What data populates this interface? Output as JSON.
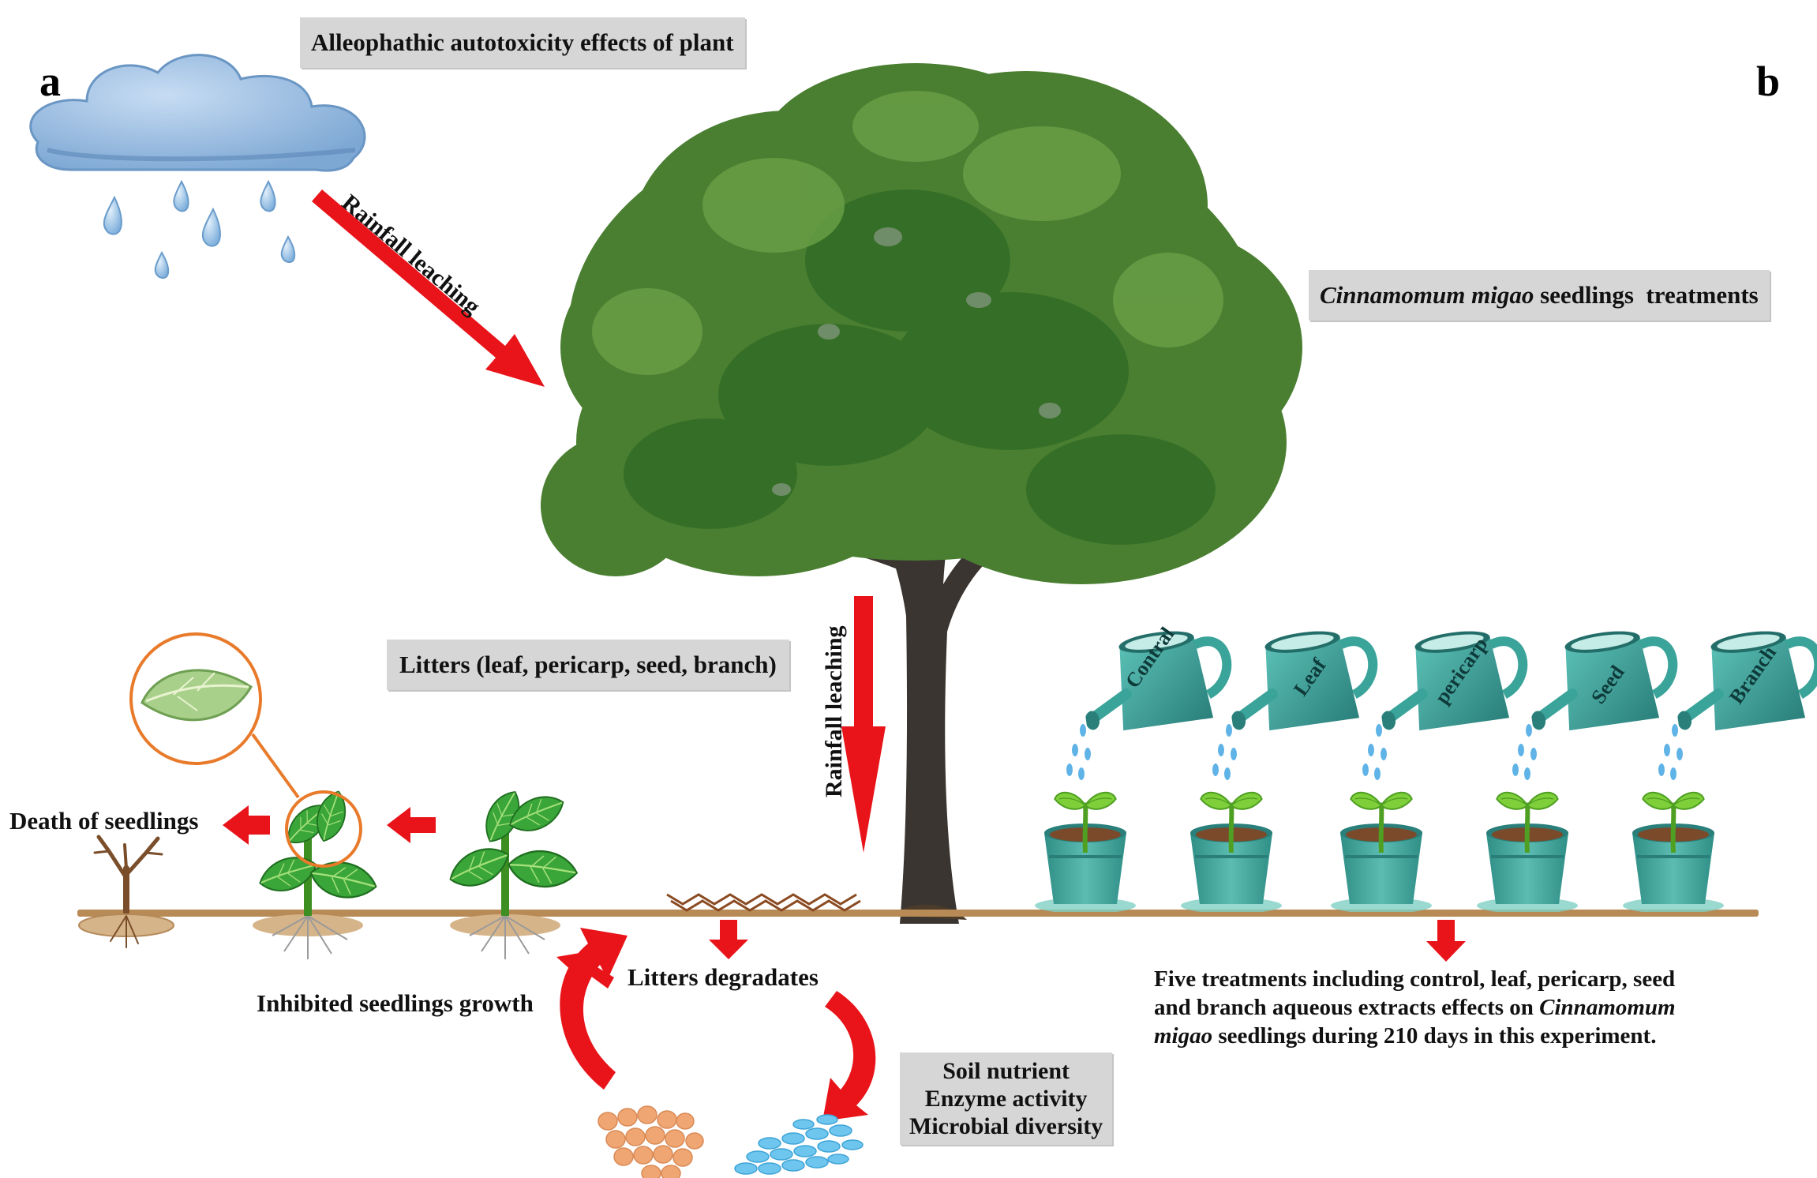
{
  "panels": {
    "a": "a",
    "b": "b"
  },
  "titles": {
    "left": "Alleophathic autotoxicity effects of plant",
    "right_italic": "Cinnamomum migao",
    "right_rest": " seedlings  treatments"
  },
  "labels": {
    "rainfall_diag": "Rainfall leaching",
    "rainfall_vert": "Rainfall leaching",
    "litters": "Litters (leaf, pericarp, seed, branch)",
    "death": "Death of seedlings",
    "inhibited": "Inhibited seedlings growth",
    "degrades": "Litters degradates",
    "soil_box": [
      "Soil nutrient",
      "Enzyme activity",
      "Microbial diversity"
    ]
  },
  "treatments": [
    "Contral",
    "Leaf",
    "pericarp",
    "Seed",
    "Branch"
  ],
  "note": {
    "line1": "Five treatments including control, leaf, pericarp, seed",
    "line2_plain": "and branch aqueous extracts effects on ",
    "line2_italic": "Cinnamomum",
    "line3_italic": "migao",
    "line3_plain": " seedlings during 210 days in this experiment."
  },
  "colors": {
    "arrow": "#e8141a",
    "ground": "#b88a55",
    "label_box": "#d6d6d6",
    "can": "#3aa39a",
    "leaf": "#6cbf2e",
    "tree": "#3f7a2c",
    "cloud": "#8fb8e0"
  }
}
